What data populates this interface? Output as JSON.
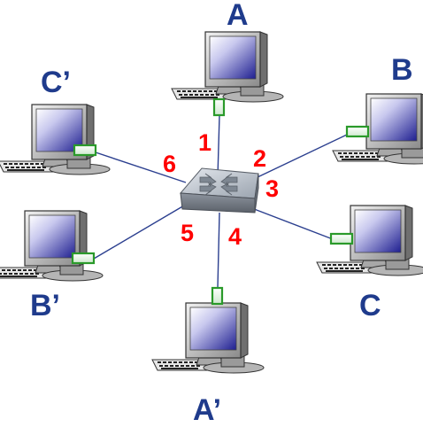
{
  "hosts": {
    "A": "A",
    "B": "B",
    "C": "C",
    "A_prime": "A’",
    "B_prime": "B’",
    "C_prime": "C’"
  },
  "ports": [
    "1",
    "2",
    "3",
    "4",
    "5",
    "6"
  ],
  "colors": {
    "host_label": "#1f3b8c",
    "port_label": "#ff0000",
    "link": "#2b3f8f",
    "nic": "#2a9a2a",
    "screen": "#2a2a9a"
  },
  "icons": {
    "switch": "switch-icon",
    "computer": "computer-icon"
  }
}
